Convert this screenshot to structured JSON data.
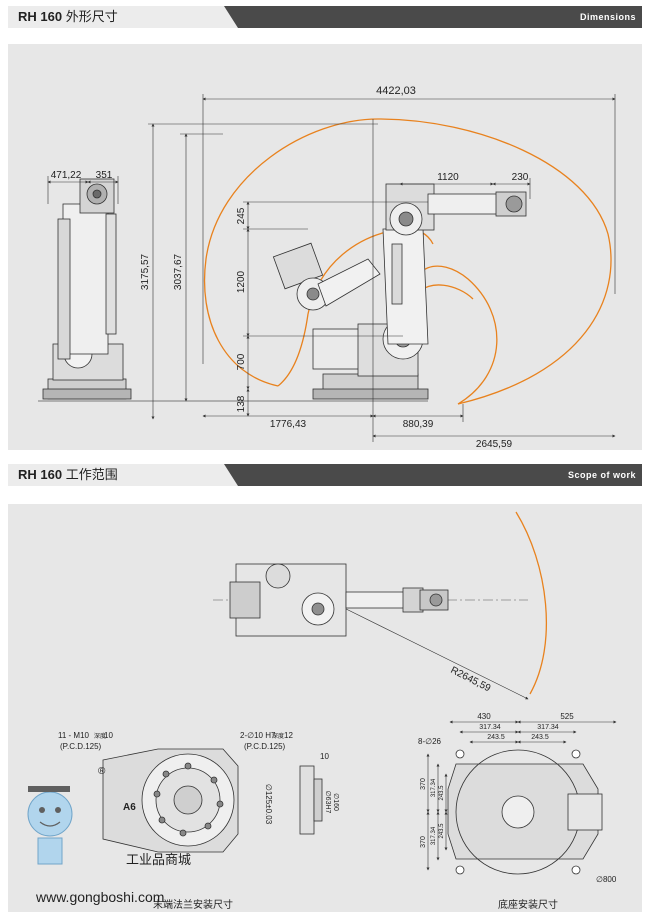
{
  "section1": {
    "title_bold": "RH 160",
    "title_cn": "外形尺寸",
    "title_en": "Dimensions",
    "dims": {
      "total_width": "4422,03",
      "top_small_a": "471,22",
      "top_small_b": "351",
      "arm_1120": "1120",
      "arm_230": "230",
      "h_3175": "3175,57",
      "h_3037": "3037,67",
      "h_245": "245",
      "h_1200": "1200",
      "h_700": "700",
      "h_138": "138",
      "b_1776": "1776,43",
      "b_880": "880,39",
      "b_2645": "2645,59"
    }
  },
  "section2": {
    "title_bold": "RH 160",
    "title_cn": "工作范围",
    "title_en": "Scope  of  work",
    "radius_label": "R2645,59",
    "flange": {
      "note1_line1": "11 - M10",
      "note1_small": "深度",
      "note1_depth": "10",
      "note1_line2": "(P.C.D.125)",
      "note2_line1": "2-∅10 H7",
      "note2_small": "深度",
      "note2_depth": "12",
      "note2_line2": "(P.C.D.125)",
      "dia_label": "∅125±0.03",
      "axis_label": "A6",
      "side_10": "10",
      "side_d1": "∅63H7",
      "side_d2": "∅160",
      "caption": "末端法兰安装尺寸"
    },
    "base": {
      "w430": "430",
      "w525": "525",
      "w317a": "317.34",
      "w243a": "243.5",
      "w317b": "317.34",
      "w243b": "243.5",
      "holes": "8-∅26",
      "h370a": "370",
      "h317a": "317.34",
      "h243a": "243.5",
      "h370b": "370",
      "h317b": "317.34",
      "h243b": "243.5",
      "d800": "∅800",
      "caption": "底座安装尺寸"
    }
  },
  "watermark": {
    "url": "www.gongboshi.com",
    "registered": "®",
    "logo_text": "工业品商城"
  },
  "colors": {
    "orange": "#e8821e",
    "panel_bg": "#e7e7e7",
    "header_dark": "#4a4a4a",
    "header_light": "#ececec",
    "line": "#333333"
  }
}
